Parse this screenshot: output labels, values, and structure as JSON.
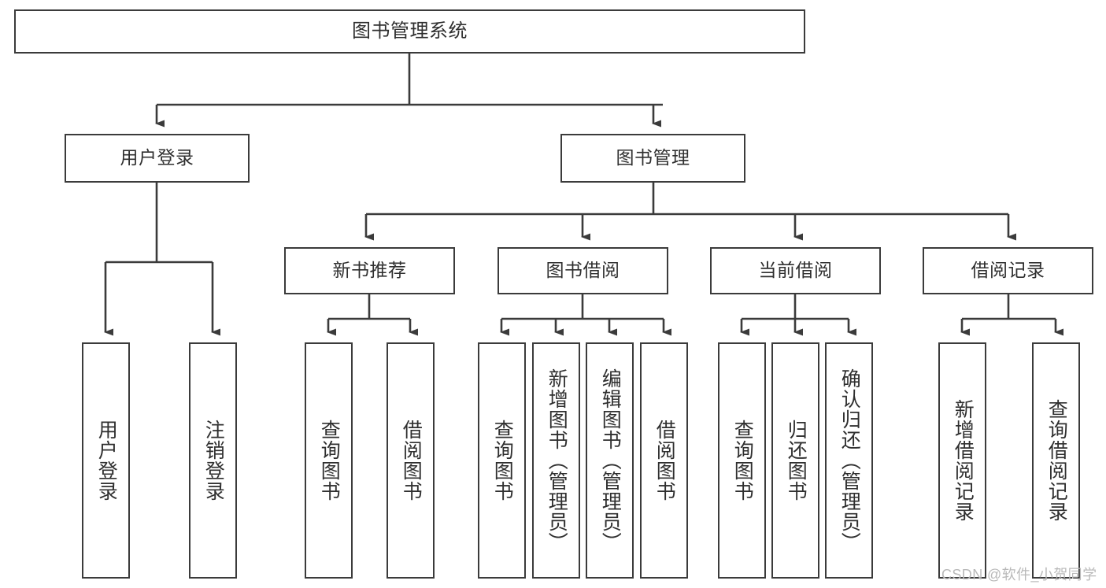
{
  "diagram": {
    "type": "tree-hierarchy-chart",
    "title": "图书管理系统",
    "watermark": "CSDN @软件_小贺同学",
    "colors": {
      "stroke": "#3b3b3b",
      "background": "#ffffff",
      "text": "#2f2f2f",
      "watermark": "#b9b9b9"
    },
    "levels": {
      "root": {
        "label": "图书管理系统"
      },
      "level2": [
        {
          "id": "user-login",
          "label": "用户登录"
        },
        {
          "id": "book-management",
          "label": "图书管理"
        }
      ],
      "level3": [
        {
          "id": "new-book-recommend",
          "label": "新书推荐",
          "parent": "book-management"
        },
        {
          "id": "book-borrow",
          "label": "图书借阅",
          "parent": "book-management"
        },
        {
          "id": "current-borrow",
          "label": "当前借阅",
          "parent": "book-management"
        },
        {
          "id": "borrow-record",
          "label": "借阅记录",
          "parent": "book-management"
        }
      ],
      "leaves": {
        "user-login": [
          {
            "id": "leaf-user-login",
            "label": "用户登录"
          },
          {
            "id": "leaf-logout-login",
            "label": "注销登录"
          }
        ],
        "new-book-recommend": [
          {
            "id": "leaf-query-book-1",
            "label": "查询图书"
          },
          {
            "id": "leaf-borrow-book-1",
            "label": "借阅图书"
          }
        ],
        "book-borrow": [
          {
            "id": "leaf-query-book-2",
            "label": "查询图书"
          },
          {
            "id": "leaf-add-book",
            "label": "新增图书（管理员）"
          },
          {
            "id": "leaf-edit-book",
            "label": "编辑图书（管理员）"
          },
          {
            "id": "leaf-borrow-book-2",
            "label": "借阅图书"
          }
        ],
        "current-borrow": [
          {
            "id": "leaf-query-book-3",
            "label": "查询图书"
          },
          {
            "id": "leaf-return-book",
            "label": "归还图书"
          },
          {
            "id": "leaf-confirm-return",
            "label": "确认归还（管理员）"
          }
        ],
        "borrow-record": [
          {
            "id": "leaf-add-record",
            "label": "新增借阅记录"
          },
          {
            "id": "leaf-query-record",
            "label": "查询借阅记录"
          }
        ]
      }
    }
  }
}
